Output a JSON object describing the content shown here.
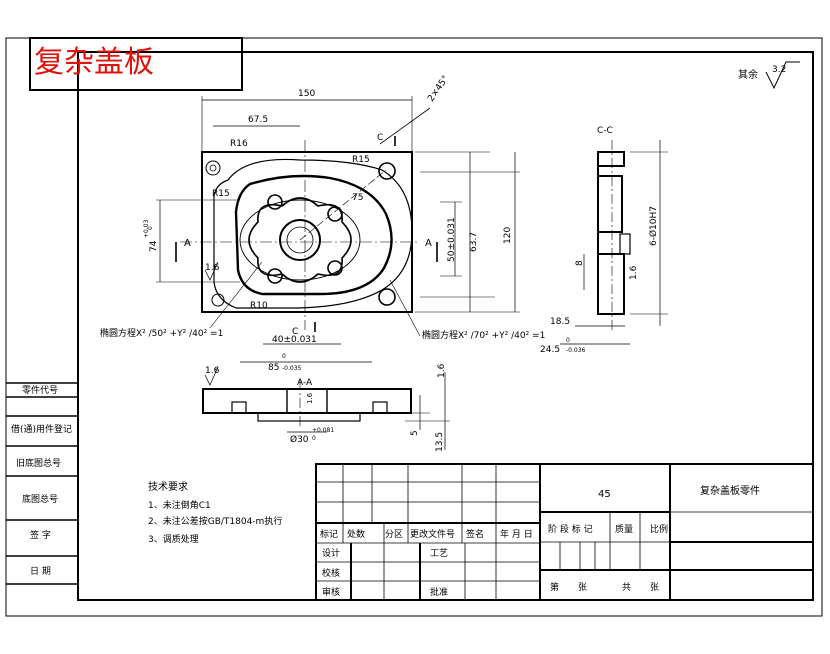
{
  "title": "复杂盖板",
  "roughness": {
    "label": "其余",
    "value": "3.2"
  },
  "dimensions": {
    "d150": "150",
    "d67_5": "67.5",
    "r16": "R16",
    "r15a": "R15",
    "r15b": "R15",
    "r10": "R10",
    "d74": "74",
    "d74_tol": "+0.03",
    "d74_tol_low": "0",
    "d50": "50±0.031",
    "d63_7": "63.7",
    "d120": "120",
    "d40": "40±0.031",
    "d85": "85",
    "d85_tol": "0",
    "d85_tol_low": "-0.035",
    "d1_6a": "1.6",
    "d1_6b": "1.6",
    "d1_6c": "1.6",
    "d1_6d": "1.6",
    "d30": "Ø30",
    "d30_tol": "+0.081",
    "d30_tol_low": "0",
    "d5": "5",
    "d13_5": "13.5",
    "d75": "75",
    "d6h7": "6-Ø10H7",
    "d8": "8",
    "d18_5": "18.5",
    "d24_5": "24.5",
    "d24_5_tol": "0",
    "d24_5_tol_low": "-0.036",
    "d2x45": "2×45°",
    "d1_6e": "1.6"
  },
  "section_labels": {
    "a1": "A",
    "a2": "A",
    "c1": "C",
    "c2": "C",
    "cc": "C-C",
    "aa": "A-A"
  },
  "ellipse_notes": {
    "left": "椭圆方程X² /50² +Y² /40² =1",
    "right": "椭圆方程X² /70² +Y² /40² =1"
  },
  "tech_requirements": {
    "heading": "技术要求",
    "items": [
      "1、未注倒角C1",
      "2、未注公差按GB/T1804-m执行",
      "3、调质处理"
    ]
  },
  "side_column": [
    "零件代号",
    "借(通)用件登记",
    "旧底图总号",
    "底图总号",
    "签  字",
    "日  期"
  ],
  "title_block": {
    "header_row": [
      "标记",
      "处数",
      "分区",
      "更改文件号",
      "签名",
      "年 月 日"
    ],
    "roles": [
      "设计",
      "校核",
      "审核"
    ],
    "role_extra": [
      "工艺",
      "批准"
    ],
    "material": "45",
    "part_name": "复杂盖板零件",
    "stage_labels": [
      "阶 段 标 记",
      "质量",
      "比例"
    ],
    "sheet": [
      "第",
      "张",
      "共",
      "张"
    ]
  }
}
